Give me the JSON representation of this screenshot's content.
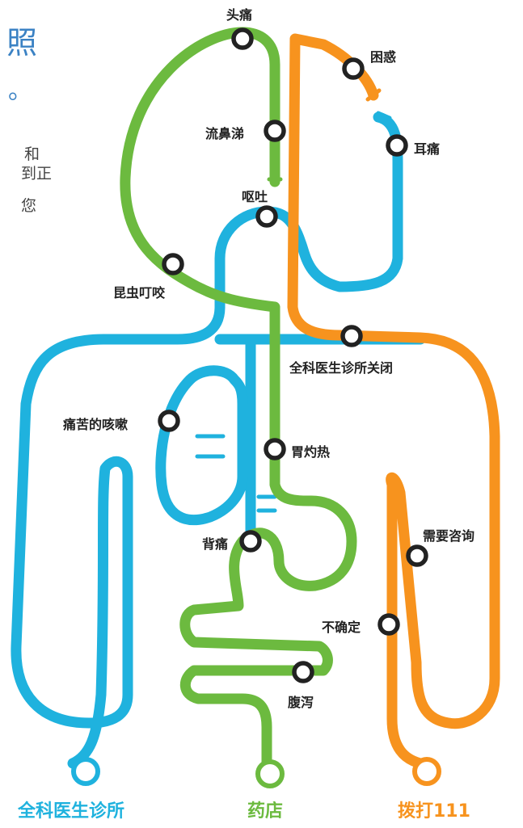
{
  "colors": {
    "clinic": "#1fb2de",
    "pharmacy": "#6cba3f",
    "emergency": "#f7931e",
    "station": "#222222"
  },
  "page_fragments": {
    "title": "照",
    "dot": "。",
    "line1": "和",
    "line2": "到正",
    "line3": "您"
  },
  "stations": {
    "headache": "头痛",
    "confused": "困惑",
    "runny_nose": "流鼻涕",
    "earache": "耳痛",
    "vomiting": "呕吐",
    "insect_bite": "昆虫叮咬",
    "gp_closed": "全科医生诊所关闭",
    "painful_cough": "痛苦的咳嗽",
    "heartburn": "胃灼热",
    "back_pain": "背痛",
    "need_advice": "需要咨询",
    "unsure": "不确定",
    "diarrhea": "腹泻"
  },
  "terminals": {
    "gp": "全科医生诊所",
    "pharmacy": "药店",
    "call": "拨打111"
  }
}
